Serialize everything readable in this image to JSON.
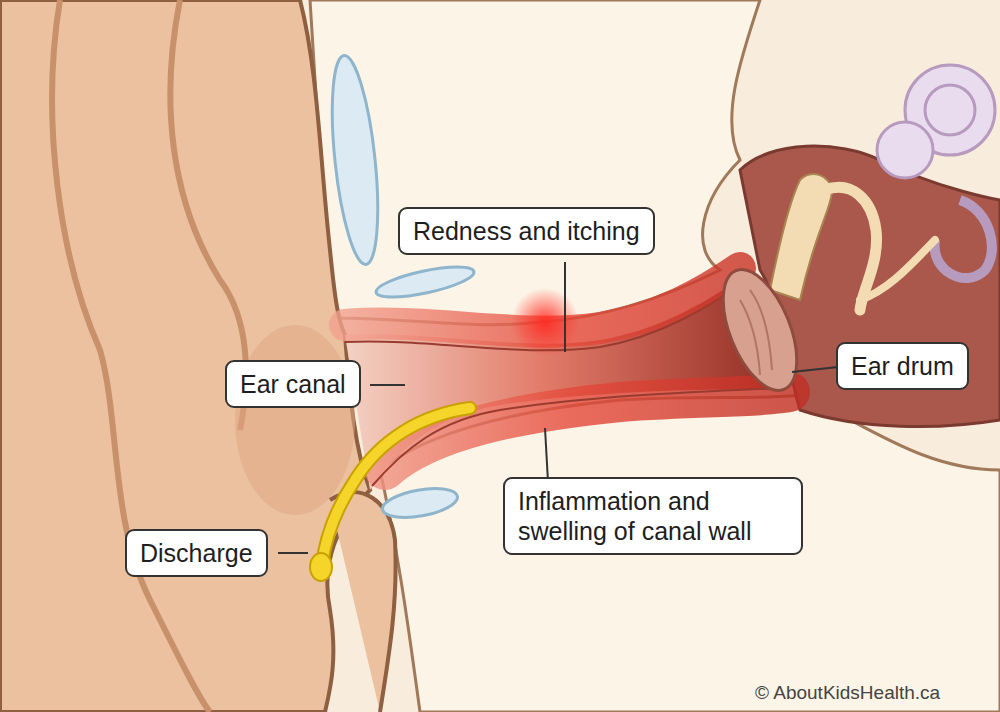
{
  "diagram": {
    "nodes": [
      {
        "text": [
          "Redness and itching"
        ]
      },
      {
        "text": [
          "Ear canal"
        ]
      },
      {
        "text": [
          "Ear drum"
        ]
      },
      {
        "text": [
          "Inflammation and swelling of canal wall"
        ]
      },
      {
        "text": [
          "Discharge"
        ]
      }
    ],
    "labels": [
      "© AboutKidsHealth.ca"
    ]
  }
}
